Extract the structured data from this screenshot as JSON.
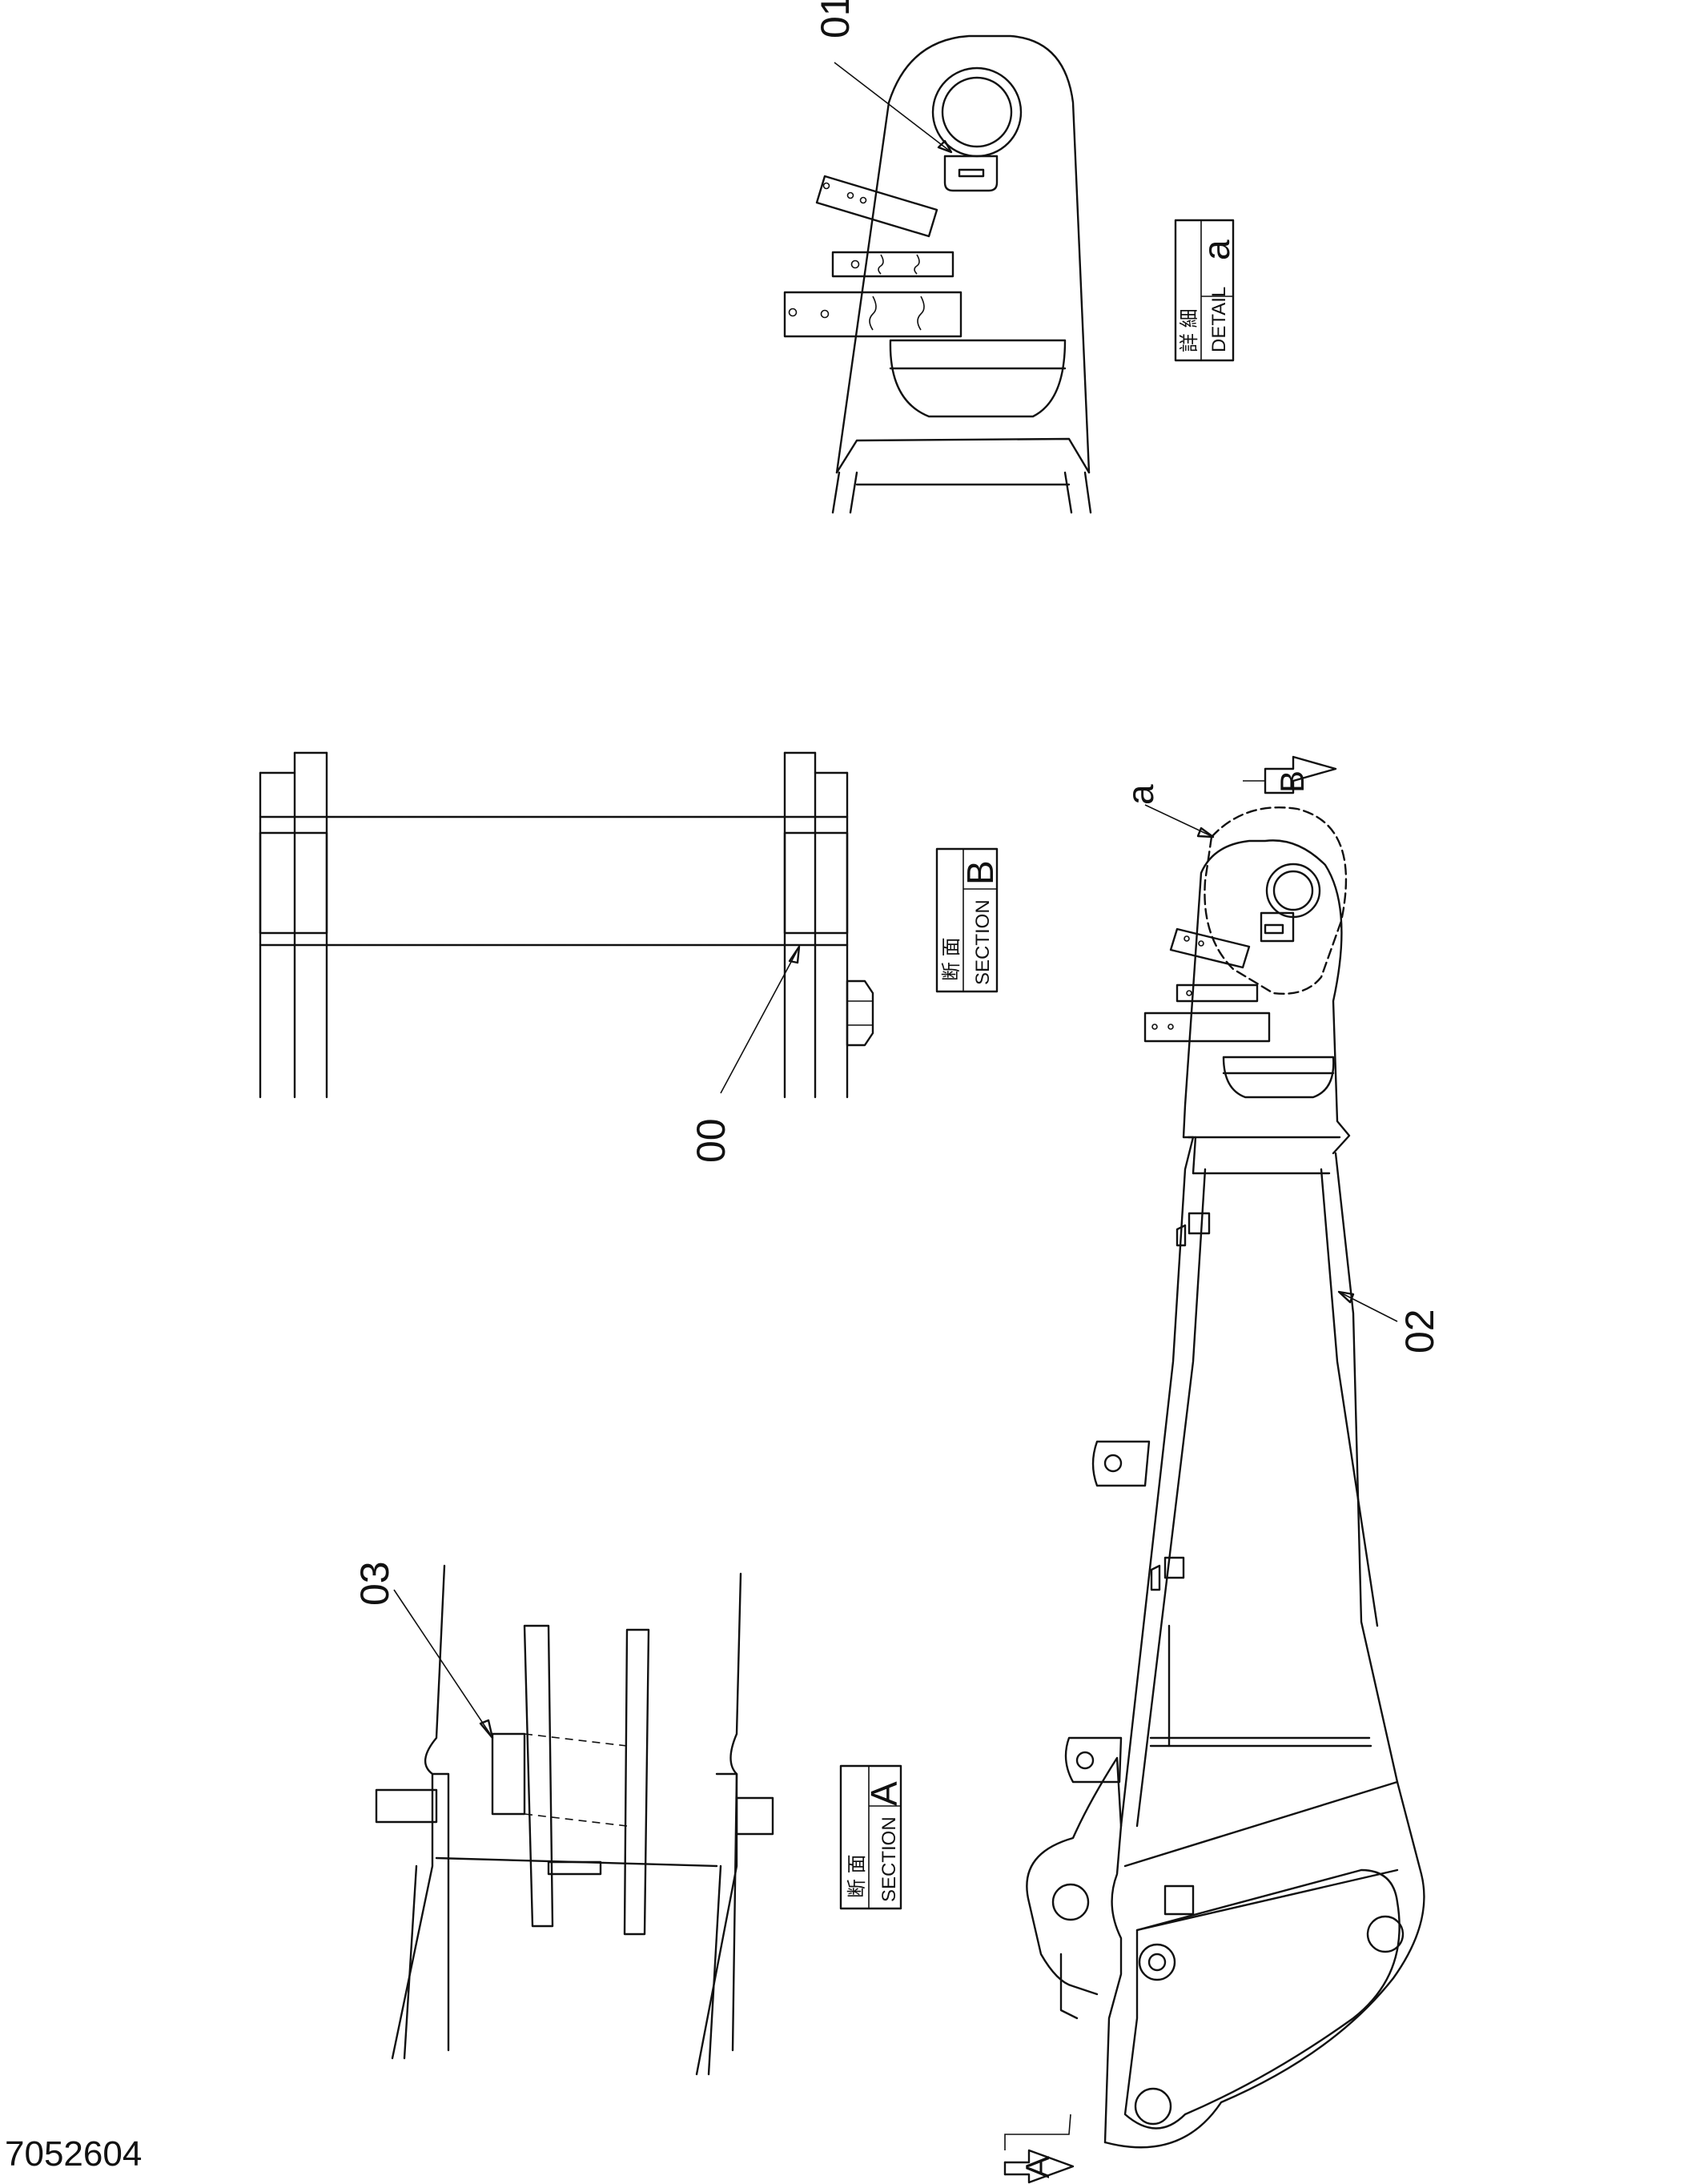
{
  "drawing_number": "7052604",
  "part_callouts": [
    "00",
    "01",
    "02",
    "03"
  ],
  "detail_callout": "a",
  "view_arrows": {
    "a": "A",
    "b": "B"
  },
  "section_a": {
    "kanji": "断 面",
    "label": "SECTION",
    "letter": "A"
  },
  "section_b": {
    "kanji": "断 面",
    "label": "SECTION",
    "letter": "B"
  },
  "detail_a": {
    "kanji": "詳 細",
    "label": "DETAIL",
    "letter": "a"
  },
  "colors": {
    "line": "#111111",
    "background": "#ffffff"
  }
}
